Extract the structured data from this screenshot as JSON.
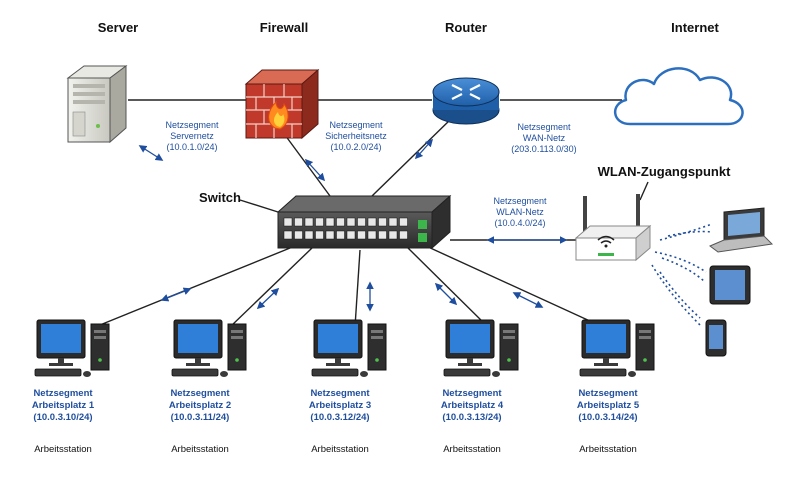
{
  "nodes": {
    "server": "Server",
    "firewall": "Firewall",
    "router": "Router",
    "internet": "Internet",
    "switch": "Switch",
    "wlan": "WLAN-Zugangspunkt"
  },
  "segments": {
    "server": {
      "title": "Netzsegment",
      "name": "Servernetz",
      "net": "(10.0.1.0/24)"
    },
    "security": {
      "title": "Netzsegment",
      "name": "Sicherheitsnetz",
      "net": "(10.0.2.0/24)"
    },
    "wan": {
      "title": "Netzsegment",
      "name": "WAN-Netz",
      "net": "(203.0.113.0/30)"
    },
    "wlan": {
      "title": "Netzsegment",
      "name": "WLAN-Netz",
      "net": "(10.0.4.0/24)"
    }
  },
  "workstations": [
    {
      "title": "Netzsegment",
      "name": "Arbeitsplatz 1",
      "net": "(10.0.3.10/24)",
      "role": "Arbeitsstation"
    },
    {
      "title": "Netzsegment",
      "name": "Arbeitsplatz 2",
      "net": "(10.0.3.11/24)",
      "role": "Arbeitsstation"
    },
    {
      "title": "Netzsegment",
      "name": "Arbeitsplatz 3",
      "net": "(10.0.3.12/24)",
      "role": "Arbeitsstation"
    },
    {
      "title": "Netzsegment",
      "name": "Arbeitsplatz 4",
      "net": "(10.0.3.13/24)",
      "role": "Arbeitsstation"
    },
    {
      "title": "Netzsegment",
      "name": "Arbeitsplatz 5",
      "net": "(10.0.3.14/24)",
      "role": "Arbeitsstation"
    }
  ],
  "colors": {
    "accent": "#1f4e9e",
    "cable": "#222222",
    "router": "#1f5fa8",
    "firewall": "#c0392b"
  }
}
